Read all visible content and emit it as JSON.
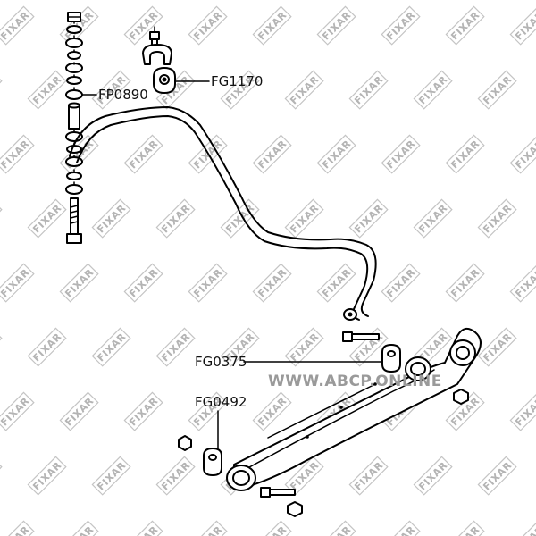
{
  "watermark": {
    "brand": "FIXAR",
    "color": "#b4b4b4"
  },
  "site_watermark": "WWW.ABCP.ONLINE",
  "part_labels": {
    "fp0890": "FP0890",
    "fg1170": "FG1170",
    "fg0375": "FG0375",
    "fg0492": "FG0492"
  },
  "colors": {
    "line": "#000000",
    "background": "#ffffff",
    "watermark_site": "#9a9a9a"
  }
}
